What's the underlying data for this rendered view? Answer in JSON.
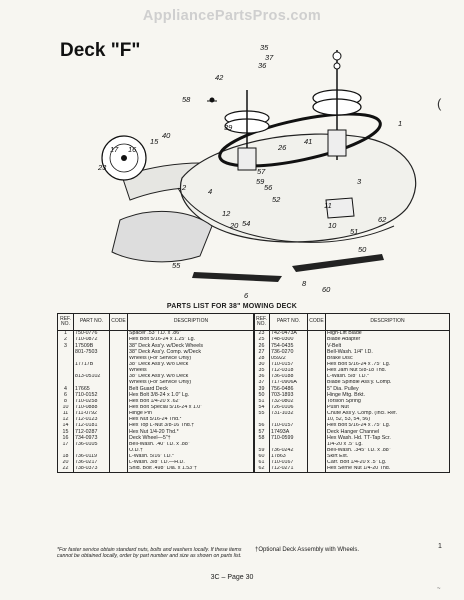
{
  "header": {
    "site_title": "AppliancePartsPros.com"
  },
  "page": {
    "title": "Deck \"F\"",
    "stray_mark": "(",
    "page_label": "3C – Page 30",
    "edge_mark": "1",
    "corner_mark": "~"
  },
  "diagram": {
    "callouts": [
      "35",
      "37",
      "36",
      "42",
      "58",
      "39",
      "40",
      "17",
      "16",
      "15",
      "23",
      "57",
      "59",
      "56",
      "52",
      "2",
      "4",
      "3",
      "12",
      "54",
      "20",
      "41",
      "11",
      "10",
      "55",
      "51",
      "62",
      "50",
      "26",
      "1",
      "60",
      "8",
      "6"
    ]
  },
  "parts": {
    "title": "PARTS LIST FOR 38\" MOWING DECK",
    "headers": {
      "ref": "REF. NO.",
      "part": "PART NO.",
      "code": "CODE",
      "desc": "DESCRIPTION"
    },
    "left_rows": [
      {
        "ref": "1",
        "part": "750-0776",
        "code": "",
        "desc": "Spacer .53\" I.D. x .86\""
      },
      {
        "ref": "2",
        "part": "710-0872",
        "code": "",
        "desc": "Hex Bolt 5/16-24 x 1.25\" Lg."
      },
      {
        "ref": "3",
        "part": "17509B",
        "code": "",
        "desc": "38\" Deck Ass'y. w/Deck Wheels"
      },
      {
        "ref": "",
        "part": "801-7503",
        "code": "",
        "desc": "38\" Deck Ass'y. Comp. w/Deck"
      },
      {
        "ref": "",
        "part": "",
        "code": "",
        "desc": "   Wheels (For Service Only)"
      },
      {
        "ref": "",
        "part": "17717B",
        "code": "",
        "desc": "38\" Deck Ass'y. w/o Deck"
      },
      {
        "ref": "",
        "part": "",
        "code": "",
        "desc": "   Wheels"
      },
      {
        "ref": "",
        "part": "813-05102",
        "code": "",
        "desc": "38\" Deck Ass'y. w/o Deck"
      },
      {
        "ref": "",
        "part": "",
        "code": "",
        "desc": "   Wheels (For Service Only)"
      },
      {
        "ref": "4",
        "part": "17665",
        "code": "",
        "desc": "Belt Guard Deck"
      },
      {
        "ref": "6",
        "part": "710-0152",
        "code": "",
        "desc": "Hex Bolt 3/8-24 x 1.0\" Lg."
      },
      {
        "ref": "8",
        "part": "710-0258",
        "code": "",
        "desc": "Hex Bolt 1/4-20 x .62\""
      },
      {
        "ref": "10",
        "part": "710-0888",
        "code": "",
        "desc": "Hex Bolt Special 5/16-24 x 1.0\""
      },
      {
        "ref": "11",
        "part": "711-0792",
        "code": "",
        "desc": "Hinge Pin"
      },
      {
        "ref": "12",
        "part": "712-0123",
        "code": "",
        "desc": "Hex Nut 5/16-24 Thd.*"
      },
      {
        "ref": "14",
        "part": "712-0181",
        "code": "",
        "desc": "Hex Top L-Nut 3/8-16 Thd.†"
      },
      {
        "ref": "15",
        "part": "712-0287",
        "code": "",
        "desc": "Hex Nut 1/4-20 Thd.*"
      },
      {
        "ref": "16",
        "part": "734-0973",
        "code": "",
        "desc": "Deck Wheel—5\"†"
      },
      {
        "ref": "17",
        "part": "736-0105",
        "code": "",
        "desc": "Bell-Wash. .40\" I.D. x .88\""
      },
      {
        "ref": "",
        "part": "",
        "code": "",
        "desc": "   O.D.†"
      },
      {
        "ref": "18",
        "part": "736-0119",
        "code": "",
        "desc": "L-Wash. 5/16\" I.D.*"
      },
      {
        "ref": "20",
        "part": "736-0217",
        "code": "",
        "desc": "L-Wash. 3/8\" I.D.—H.D."
      },
      {
        "ref": "22",
        "part": "738-0373",
        "code": "",
        "desc": "Shld. Bolt .498\" Dia. x 1.53\"†"
      }
    ],
    "right_rows": [
      {
        "ref": "23",
        "part": "742-0473A",
        "code": "",
        "desc": "High-Lift Blade"
      },
      {
        "ref": "25",
        "part": "748-0300",
        "code": "",
        "desc": "Blade Adapter"
      },
      {
        "ref": "26",
        "part": "754-0435",
        "code": "",
        "desc": "V-Belt"
      },
      {
        "ref": "27",
        "part": "736-0270",
        "code": "",
        "desc": "Bell-Wash. 1/4\" I.D."
      },
      {
        "ref": "28",
        "part": "05922",
        "code": "",
        "desc": "Brake Disc"
      },
      {
        "ref": "30",
        "part": "710-0157",
        "code": "",
        "desc": "Hex Bolt 5/16-24 x .75\" Lg."
      },
      {
        "ref": "35",
        "part": "712-0318",
        "code": "",
        "desc": "Hex Jam Nut 5/8-18 Thd."
      },
      {
        "ref": "36",
        "part": "736-0188",
        "code": "",
        "desc": "L-Wash. 5/8\" I.D.*"
      },
      {
        "ref": "37",
        "part": "717-0906A",
        "code": "",
        "desc": "Blade Spindle Ass'y. Comp."
      },
      {
        "ref": "39",
        "part": "756-0486",
        "code": "",
        "desc": "5\" Dia. Pulley"
      },
      {
        "ref": "50",
        "part": "703-1893",
        "code": "",
        "desc": "Hinge Mtg. Brkt."
      },
      {
        "ref": "51",
        "part": "732-0802",
        "code": "",
        "desc": "Torsion Spring"
      },
      {
        "ref": "54",
        "part": "726-0106",
        "code": "",
        "desc": "Push Nut"
      },
      {
        "ref": "55",
        "part": "731-1032",
        "code": "",
        "desc": "Chute Ass'y. Comp. (Incl. Ref."
      },
      {
        "ref": "",
        "part": "",
        "code": "",
        "desc": "   10, 52, 53, 54, 56)"
      },
      {
        "ref": "56",
        "part": "710-0157",
        "code": "",
        "desc": "Hex Bolt 5/16-24 x .75\" Lg."
      },
      {
        "ref": "57",
        "part": "17493A",
        "code": "",
        "desc": "Deck Hanger Channel"
      },
      {
        "ref": "58",
        "part": "710-0599",
        "code": "",
        "desc": "Hex Wash. Hd. TT-Tap Scr."
      },
      {
        "ref": "",
        "part": "",
        "code": "",
        "desc": "   1/4-20 x .5\" Lg."
      },
      {
        "ref": "59",
        "part": "736-0242",
        "code": "",
        "desc": "Bell-Wash. .345\" I.D. x .88\""
      },
      {
        "ref": "60",
        "part": "17863",
        "code": "",
        "desc": "Skirt Ext."
      },
      {
        "ref": "61",
        "part": "710-0167",
        "code": "",
        "desc": "Carr. Bolt 1/4-20 x .5\" Lg."
      },
      {
        "ref": "62",
        "part": "712-0271",
        "code": "",
        "desc": "Hex Serne Nut 1/4-20 Thd."
      }
    ],
    "footnote": "*For faster service obtain standard nuts, bolts and washers locally. If these items cannot be obtained locally, order by part number and size as shown on parts list.",
    "optional_note": "†Optional Deck Assembly with Wheels."
  }
}
